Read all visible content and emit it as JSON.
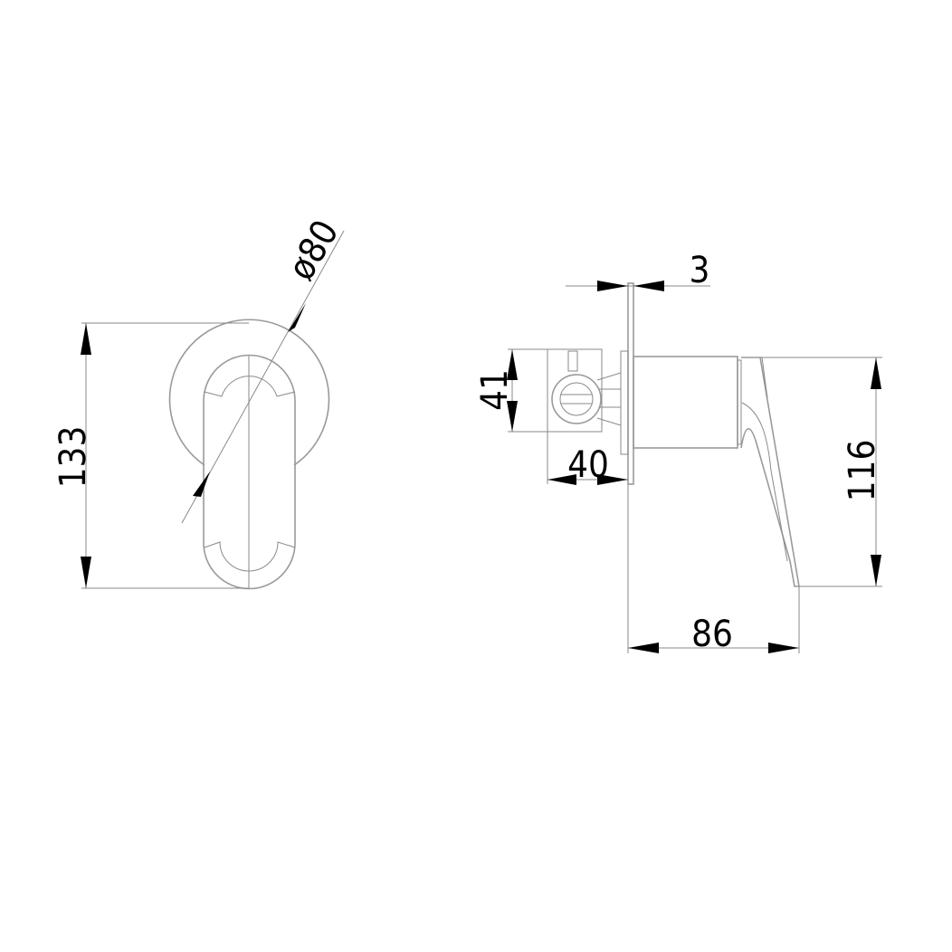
{
  "front_view": {
    "height_label": "133",
    "diameter_label": "ø80"
  },
  "side_view": {
    "plate_thickness_label": "3",
    "valve_height_label": "41",
    "valve_depth_label": "40",
    "handle_height_label": "116",
    "projection_label": "86"
  },
  "colors": {
    "line": "#9a9a9a",
    "dimension": "#000000"
  }
}
